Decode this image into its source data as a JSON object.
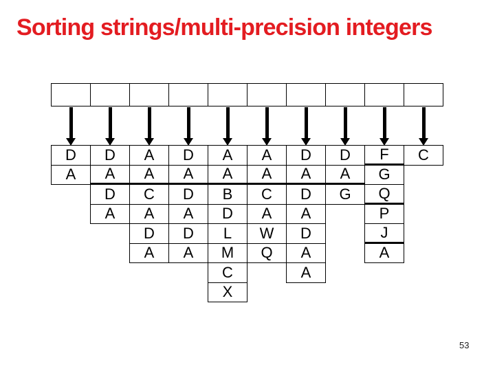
{
  "title": "Sorting strings/multi-precision integers",
  "page_number": "53",
  "colors": {
    "title_red": "#e31c21",
    "ink": "#000000",
    "background": "#ffffff"
  },
  "icons": {
    "down_arrow": "solid black down-arrow (shaft + triangle head)"
  },
  "diagram": {
    "array_slots": 10,
    "slot_values": [
      "",
      "",
      "",
      "",
      "",
      "",
      "",
      "",
      "",
      ""
    ],
    "columns": [
      {
        "letters": [
          "D",
          "A"
        ],
        "thick_after": []
      },
      {
        "letters": [
          "D",
          "A",
          "D",
          "A"
        ],
        "thick_after": [
          2
        ]
      },
      {
        "letters": [
          "A",
          "A",
          "C",
          "A",
          "D",
          "A"
        ],
        "thick_after": [
          2
        ]
      },
      {
        "letters": [
          "D",
          "A",
          "D",
          "A",
          "D",
          "A"
        ],
        "thick_after": [
          2
        ]
      },
      {
        "letters": [
          "A",
          "A",
          "B",
          "D",
          "L",
          "M",
          "C",
          "X"
        ],
        "thick_after": [
          2
        ]
      },
      {
        "letters": [
          "A",
          "A",
          "C",
          "A",
          "W",
          "Q"
        ],
        "thick_after": [
          2
        ]
      },
      {
        "letters": [
          "D",
          "A",
          "D",
          "A",
          "D",
          "A",
          "A"
        ],
        "thick_after": [
          2
        ]
      },
      {
        "letters": [
          "D",
          "A",
          "G"
        ],
        "thick_after": [
          2
        ]
      },
      {
        "letters": [
          "F",
          "G",
          "Q",
          "P",
          "J",
          "A"
        ],
        "thick_after": [
          1,
          3,
          5
        ]
      },
      {
        "letters": [
          "C"
        ],
        "thick_after": []
      }
    ]
  }
}
